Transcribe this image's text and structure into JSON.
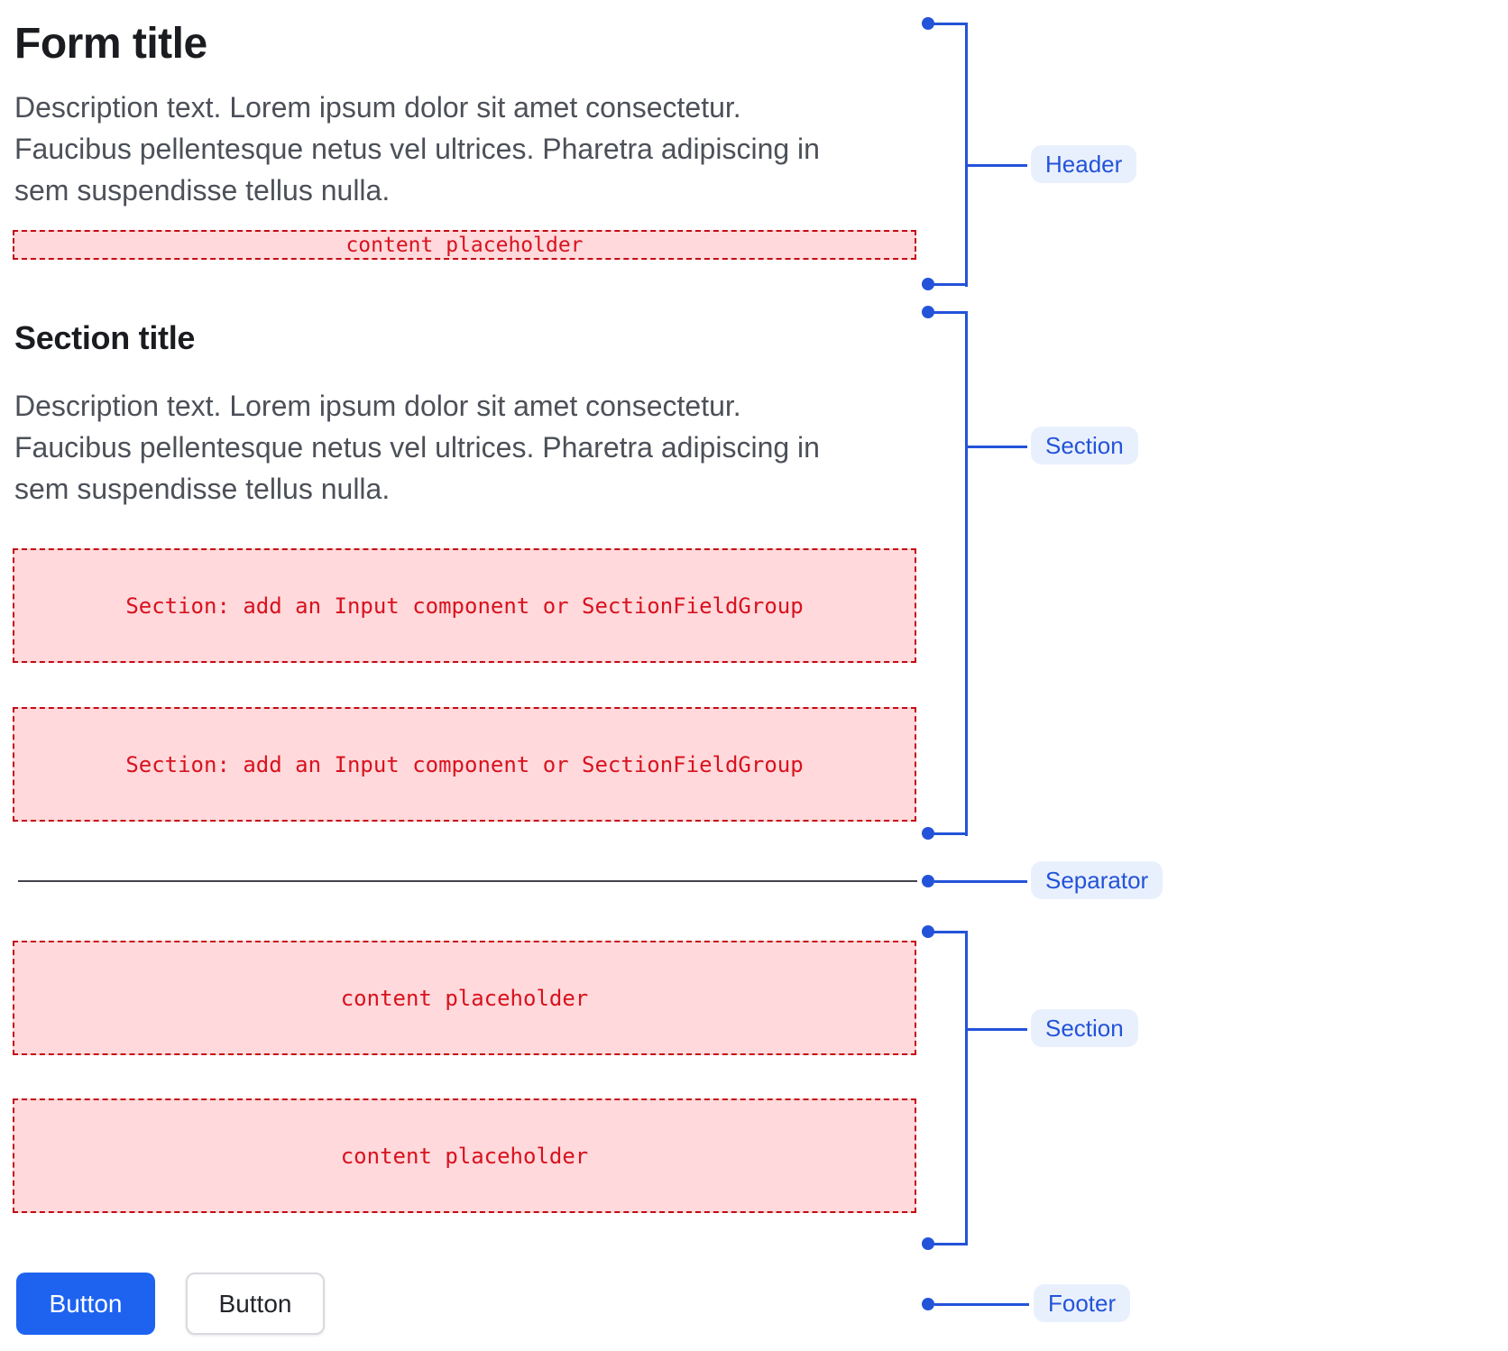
{
  "form": {
    "title": "Form title",
    "description_lines": [
      "Description text. Lorem ipsum dolor sit amet consectetur.",
      "Faucibus pellentesque netus vel ultrices. Pharetra adipiscing in",
      "sem suspendisse tellus nulla."
    ],
    "header_placeholder": "content placeholder",
    "section": {
      "title": "Section title",
      "description_lines": [
        "Description text. Lorem ipsum dolor sit amet consectetur.",
        "Faucibus pellentesque netus vel ultrices. Pharetra adipiscing in",
        "sem suspendisse tellus nulla."
      ],
      "placeholders": [
        "Section: add an Input component or SectionFieldGroup",
        "Section: add an Input component or SectionFieldGroup"
      ]
    },
    "section2": {
      "placeholders": [
        "content placeholder",
        "content placeholder"
      ]
    },
    "footer": {
      "primary_button_label": "Button",
      "secondary_button_label": "Button"
    }
  },
  "annotations": {
    "header": {
      "label": "Header"
    },
    "section1": {
      "label": "Section"
    },
    "separator": {
      "label": "Separator"
    },
    "section2": {
      "label": "Section"
    },
    "footer": {
      "label": "Footer"
    }
  },
  "colors": {
    "annotation_blue": "#2353d8",
    "annotation_label_bg": "#e9f0fd",
    "placeholder_bg": "#ffd9db",
    "placeholder_border": "#c40a14",
    "placeholder_text": "#d8121f",
    "primary_button_bg": "#1e63f0",
    "title_text": "#1a1c20",
    "description_text": "#4c5058",
    "separator_line": "#43454d"
  }
}
